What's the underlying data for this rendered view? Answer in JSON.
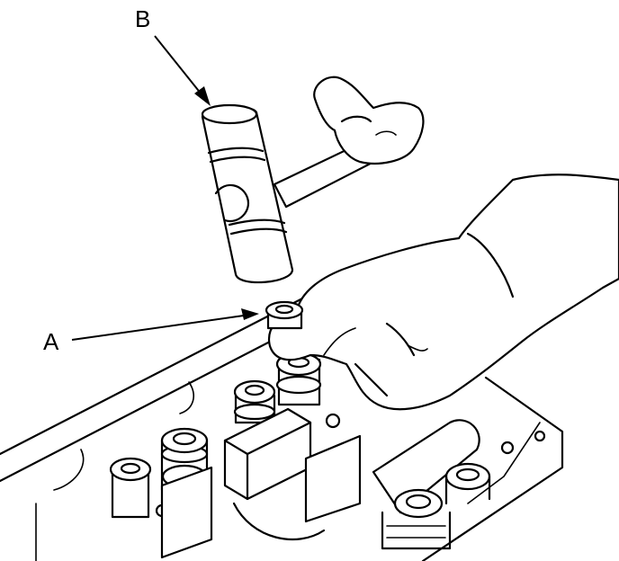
{
  "figure": {
    "callouts": [
      {
        "id": "A",
        "label": "A"
      },
      {
        "id": "B",
        "label": "B"
      }
    ]
  }
}
